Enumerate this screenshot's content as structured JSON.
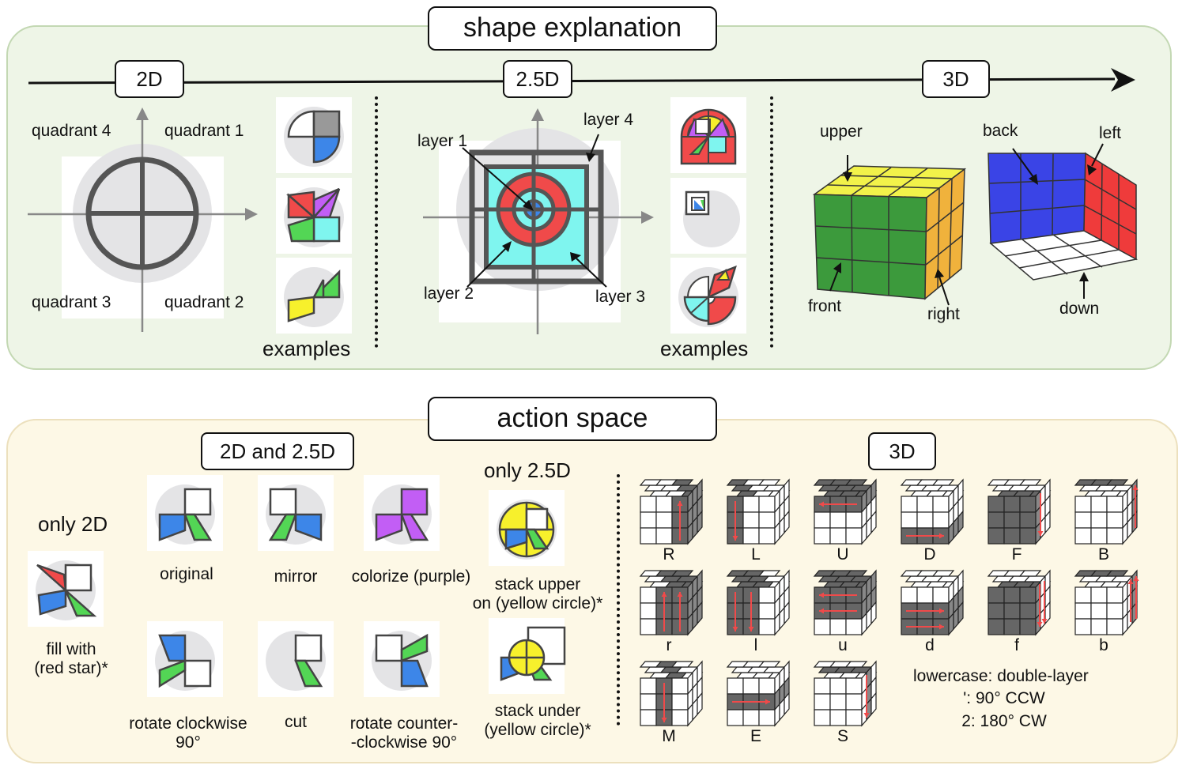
{
  "top": {
    "title": "shape explanation",
    "axis": {
      "d2": "2D",
      "d25": "2.5D",
      "d3": "3D"
    },
    "quadrants": {
      "q4": "quadrant 4",
      "q1": "quadrant 1",
      "q3": "quadrant 3",
      "q2": "quadrant 2"
    },
    "layers": {
      "l1": "layer 1",
      "l2": "layer 2",
      "l3": "layer 3",
      "l4": "layer 4"
    },
    "examples_label": "examples",
    "faces": {
      "upper": "upper",
      "front": "front",
      "right": "right",
      "back": "back",
      "left": "left",
      "down": "down"
    }
  },
  "bottom": {
    "title": "action space",
    "group_2d25": "2D and 2.5D",
    "group_3d": "3D",
    "only_2d": "only 2D",
    "only_25d": "only 2.5D",
    "fill_with": "fill with\n(red star)*",
    "ops": {
      "original": "original",
      "mirror": "mirror",
      "colorize": "colorize (purple)",
      "rotate_cw": "rotate clockwise\n90°",
      "cut": "cut",
      "rotate_ccw": "rotate counter-\n-clockwise 90°",
      "stack_upper": "stack upper\non (yellow circle)*",
      "stack_under": "stack under\n(yellow circle)*"
    },
    "moves_row1": [
      "R",
      "L",
      "U",
      "D",
      "F",
      "B"
    ],
    "moves_row2": [
      "r",
      "l",
      "u",
      "d",
      "f",
      "b"
    ],
    "moves_row3": [
      "M",
      "E",
      "S"
    ],
    "notes": [
      "lowercase: double-layer",
      "': 90° CCW",
      "2: 180° CW"
    ]
  },
  "colors": {
    "red": "#f04a4a",
    "yellow": "#f7f02c",
    "blue": "#3d86e8",
    "green": "#53d655",
    "cyan": "#7ff5ef",
    "purple": "#c25ef5",
    "gray": "#999999",
    "cube_green": "#3c9a3c",
    "cube_yellow": "#f2f24a",
    "cube_orange": "#f0b23c",
    "cube_blue": "#3a44e6",
    "cube_red": "#ef3b3b"
  }
}
